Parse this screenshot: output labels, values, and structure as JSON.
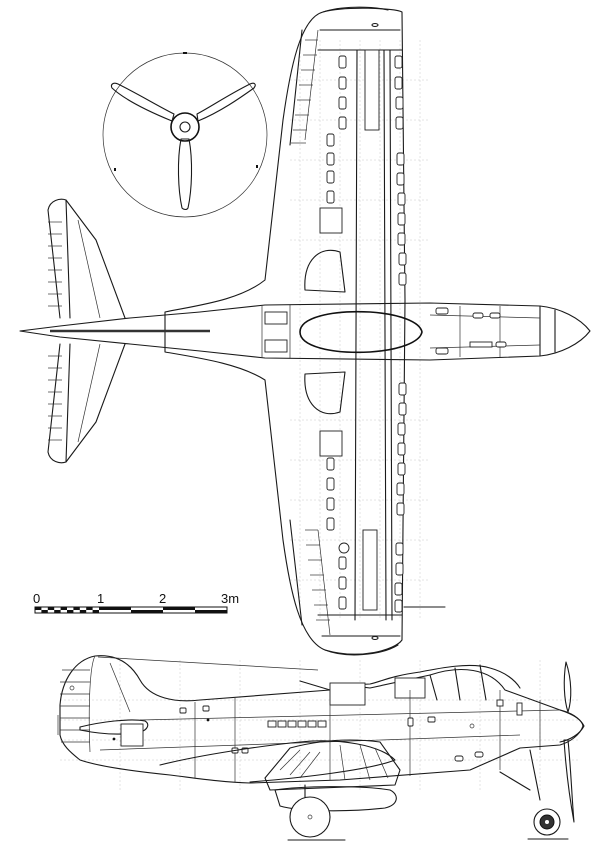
{
  "drawing": {
    "subject": "single-engine fighter aircraft three-view line drawing",
    "views": [
      {
        "name": "propeller-front-view",
        "blades": 3
      },
      {
        "name": "plan-view-top"
      },
      {
        "name": "side-view-profile"
      }
    ],
    "line_color": "#1a1a1a",
    "background": "#ffffff"
  },
  "scale_bar": {
    "labels": [
      "0",
      "1",
      "2",
      "3m"
    ],
    "unit": "m",
    "max": 3,
    "first_segment_subdivisions": 10
  }
}
